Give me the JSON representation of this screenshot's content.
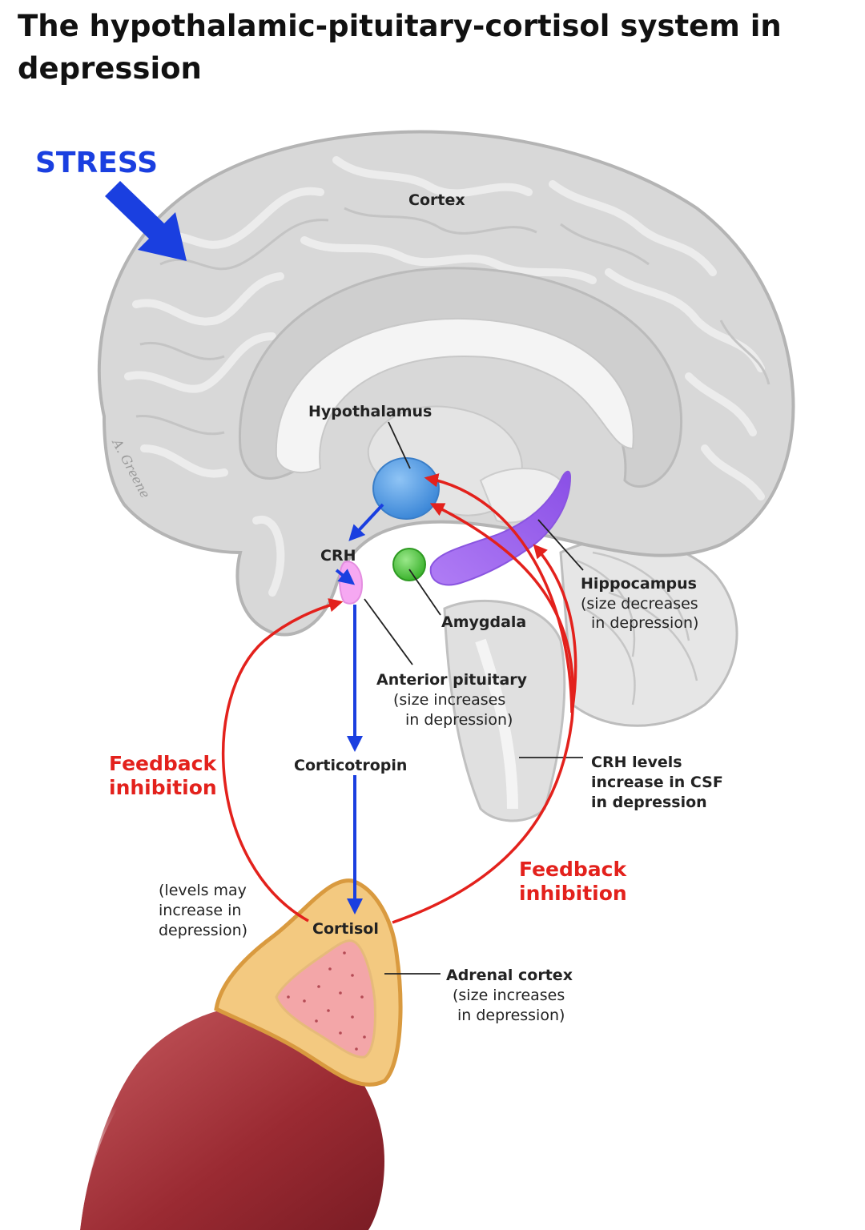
{
  "title": "The hypothalamic-pituitary-cortisol system in depression",
  "colors": {
    "stress_blue": "#1a3fe0",
    "feedback_red": "#e3211c",
    "hypothalamus_blue": "#5aa6ea",
    "amygdala_green": "#55cc44",
    "hippocampus_purple": "#a066ee",
    "pituitary_pink": "#f6a8f2",
    "adrenal_yellow": "#f3c980",
    "adrenal_inner_pink": "#f3a6a8",
    "kidney_red": "#a8323a",
    "brain_gray": "#d7d7d7"
  },
  "labels": {
    "stress": "STRESS",
    "cortex": "Cortex",
    "hypothalamus": "Hypothalamus",
    "crh": "CRH",
    "amygdala": "Amygdala",
    "hippocampus": {
      "name": "Hippocampus",
      "line2": "(size decreases",
      "line3": "in depression)"
    },
    "anterior_pituitary": {
      "name": "Anterior pituitary",
      "line2": "(size increases",
      "line3": "in depression)"
    },
    "corticotropin": "Corticotropin",
    "crh_levels": {
      "line1": "CRH levels",
      "line2": "increase in CSF",
      "line3": "in depression"
    },
    "feedback_left": {
      "line1": "Feedback",
      "line2": "inhibition"
    },
    "feedback_right": {
      "line1": "Feedback",
      "line2": "inhibition"
    },
    "levels_note": {
      "line1": "(levels may",
      "line2": "increase in",
      "line3": "depression)"
    },
    "cortisol": "Cortisol",
    "adrenal_cortex": {
      "name": "Adrenal cortex",
      "line2": "(size increases",
      "line3": "in depression)"
    }
  },
  "signature": "A. Greene"
}
